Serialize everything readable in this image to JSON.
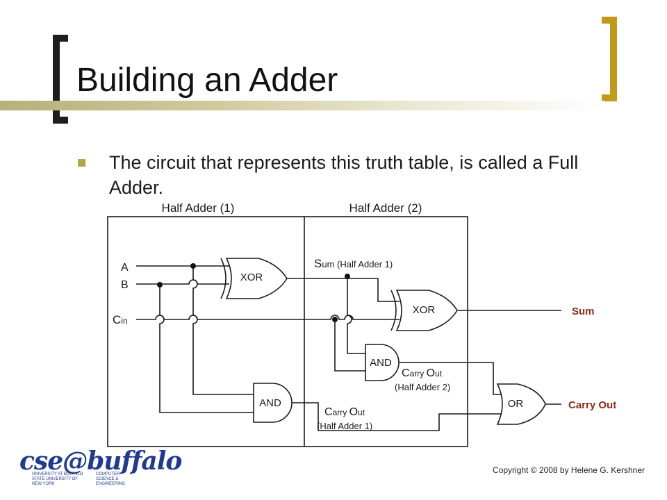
{
  "slide": {
    "title": "Building an Adder",
    "bullet": "The circuit that represents this truth table, is called a Full Adder."
  },
  "circuit": {
    "section_labels": [
      "Half Adder (1)",
      "Half Adder (2)"
    ],
    "inputs": {
      "a": "A",
      "b": "B",
      "cin_c": "C",
      "cin_sub": "in"
    },
    "gates": {
      "xor": "XOR",
      "and": "AND",
      "or": "OR"
    },
    "sum_ha1": {
      "big": "S",
      "rest": "um (Half Adder 1)"
    },
    "carry_ha2": {
      "c": "C",
      "arry": "arry ",
      "o": "O",
      "ut": "ut",
      "note": "(Half Adder 2)"
    },
    "carry_ha1": {
      "c": "C",
      "arry": "arry ",
      "o": "O",
      "ut": "ut",
      "note": "(Half Adder 1)"
    },
    "outputs": {
      "sum": "Sum",
      "carry": "Carry Out"
    }
  },
  "footer": {
    "logo_text": "cse@buffalo",
    "logo_line1": "UNIVERSITY AT BUFFALO STATE UNIVERSITY OF NEW YORK",
    "logo_line2": "COMPUTER SCIENCE & ENGINEERING",
    "copyright": "Copyright © 2008 by Helene G. Kershner"
  },
  "colors": {
    "title_text": "#111111",
    "left_bracket": "#1e1e1e",
    "right_bracket": "#c39a18",
    "bullet_marker": "#b3a548",
    "output_label": "#8b2d18",
    "logo": "#1f3a8f"
  }
}
